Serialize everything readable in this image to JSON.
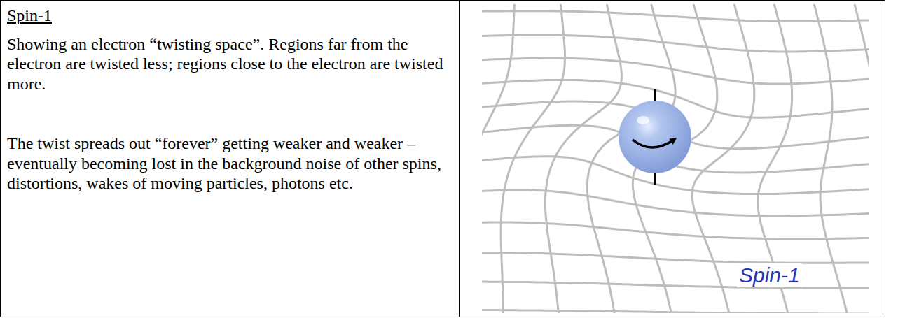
{
  "diagram": {
    "title": "Spin-1",
    "labels": [
      "Showing an electron “twisting space”. Regions far from the electron are twisted less; regions close to the electron are twisted more.",
      "The twist spreads out “forever” getting weaker and weaker – eventually becoming lost in the background noise of other spins, distortions, wakes of moving particles, photons etc.",
      "Spin-1"
    ]
  }
}
